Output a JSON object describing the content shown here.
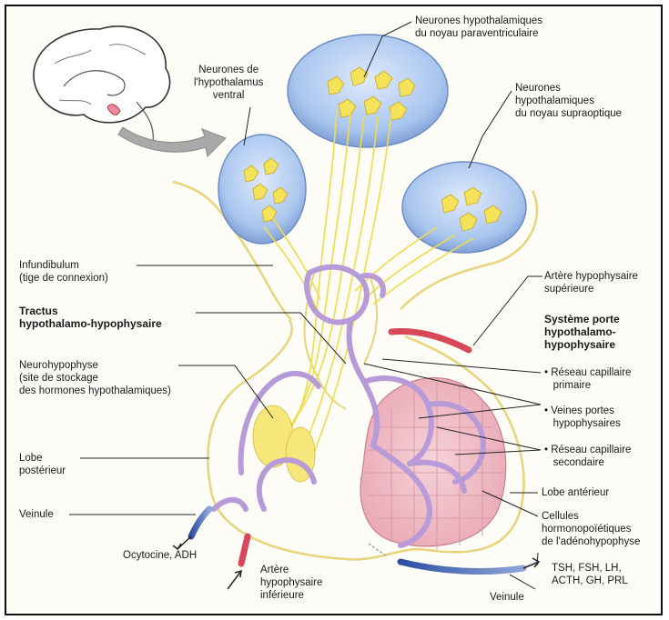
{
  "labels": {
    "paraventricular": "Neurones hypothalamiques\ndu noyau paraventriculaire",
    "ventral": "Neurones de\nl'hypothalamus\nventral",
    "supraoptic": "Neurones\nhypothalamiques\ndu noyau supraoptique",
    "infundibulum": "Infundibulum\n(tige de connexion)",
    "tractus": "Tractus\nhypothalamo-hypophysaire",
    "neurohypophyse": "Neurohypophyse\n(site de stockage\ndes hormones hypothalamiques)",
    "lobe_posterieur": "Lobe\npostérieur",
    "veinule_left": "Veinule",
    "ocytocine": "Ocytocine, ADH",
    "artere_inferieure": "Artère\nhypophysaire\ninférieure",
    "artere_superieure": "Artère hypophysaire\nsupérieure",
    "systeme_porte": "Système porte\nhypothalamo-\nhypophysaire",
    "reseau_primaire": "• Réseau capillaire\n   primaire",
    "veines_portes": "• Veines portes\n   hypophysaires",
    "reseau_secondaire": "• Réseau capillaire\n   secondaire",
    "lobe_anterieur": "Lobe antérieur",
    "cellules": "Cellules\nhormonopoïétiques\nde l'adénohypophyse",
    "hormones": "TSH, FSH, LH,\nACTH, GH, PRL",
    "veinule_bottom": "Veinule"
  },
  "colors": {
    "nucleus_fill": "#a9c6ee",
    "neuron_yellow": "#f4e25a",
    "capillary_purple": "#b79ad8",
    "artery_red": "#d8475a",
    "vein_blue": "#3f63b3",
    "gland_outline": "#e8d47a",
    "anterior_pink": "#f0bcc6"
  }
}
